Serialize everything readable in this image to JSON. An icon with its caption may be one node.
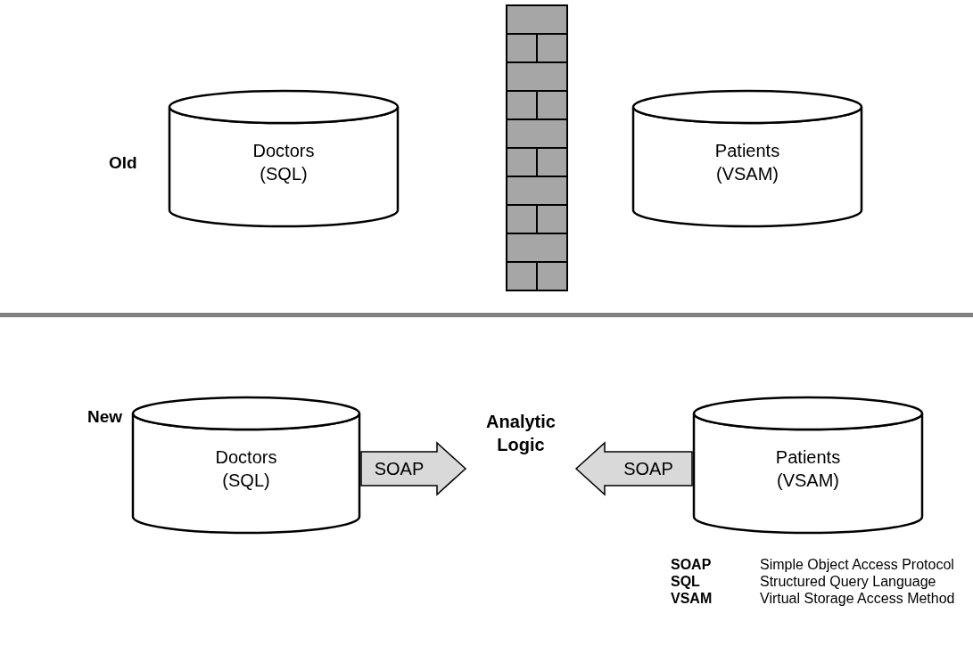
{
  "diagram": {
    "nodes": [
      {
        "text": [
          "Doctors (SQL)"
        ]
      },
      {
        "text": [
          "Patients (VSAM)"
        ]
      },
      {
        "text": [
          "Doctors (SQL)"
        ]
      },
      {
        "text": [
          "Analytic Logic"
        ]
      },
      {
        "text": [
          "Patients (VSAM)"
        ]
      }
    ],
    "edges": [
      {
        "from": 2,
        "to": 3,
        "arrow": "to",
        "label": "SOAP",
        "style": "thick"
      },
      {
        "from": 4,
        "to": 3,
        "arrow": "to",
        "label": "SOAP",
        "style": "thick"
      }
    ],
    "labels": [
      "Old",
      "New",
      "SOAP",
      "Simple Object Access Protocol",
      "SQL",
      "Structured Query Language",
      "VSAM",
      "Virtual Storage Access Method"
    ]
  }
}
